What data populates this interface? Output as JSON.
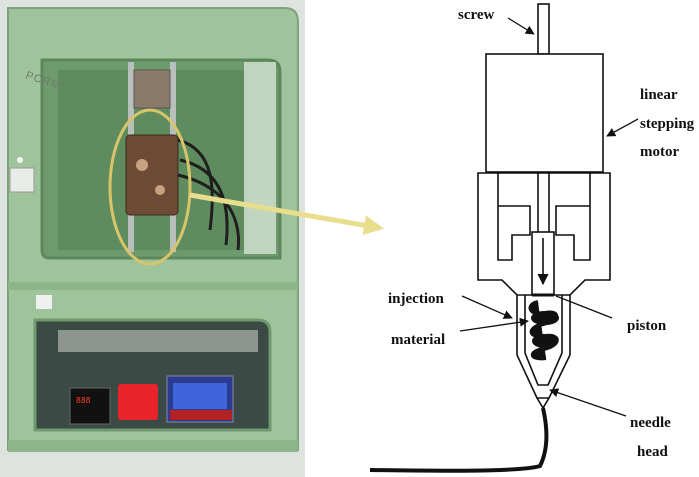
{
  "photo": {
    "brand_text": "PCRMY",
    "controller_readout": "888"
  },
  "diagram": {
    "labels": {
      "screw": "screw",
      "motor_line1": "linear",
      "motor_line2": "stepping",
      "motor_line3": "motor",
      "injection": "injection",
      "material": "material",
      "piston": "piston",
      "needle_line1": "needle",
      "needle_line2": "head"
    },
    "colors": {
      "printer_body": "#9fc49c",
      "highlight_ellipse": "#d8c56a",
      "callout_arrow": "#e9dd8e",
      "line": "#111111"
    }
  }
}
